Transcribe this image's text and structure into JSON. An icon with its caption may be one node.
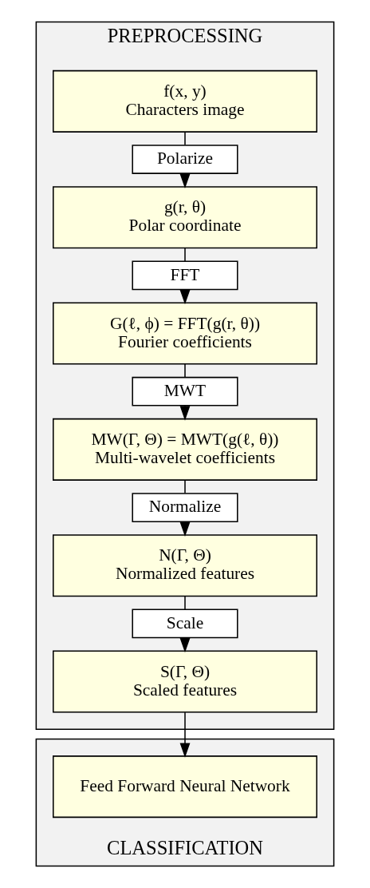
{
  "diagram": {
    "nodes": [
      {
        "text": [
          "PREPROCESSING"
        ]
      },
      {
        "text": [
          "f(x, y)",
          "Characters image"
        ],
        "in": 0
      },
      {
        "text": [
          "Polarize"
        ],
        "in": 0
      },
      {
        "text": [
          "g(r, θ)",
          "Polar coordinate"
        ],
        "in": 0
      },
      {
        "text": [
          "FFT"
        ],
        "in": 0
      },
      {
        "text": [
          "G(ℓ, ϕ) = FFT(g(r, θ))",
          "Fourier coefficients"
        ],
        "in": 0
      },
      {
        "text": [
          "MWT"
        ],
        "in": 0
      },
      {
        "text": [
          "MW(Γ, Θ) = MWT(g(ℓ, θ))",
          "Multi-wavelet coefficients"
        ],
        "in": 0
      },
      {
        "text": [
          "Normalize"
        ],
        "in": 0
      },
      {
        "text": [
          "N(Γ, Θ)",
          "Normalized features"
        ],
        "in": 0
      },
      {
        "text": [
          "Scale"
        ],
        "in": 0
      },
      {
        "text": [
          "S(Γ, Θ)",
          "Scaled features"
        ],
        "in": 0
      },
      {
        "text": [
          "CLASSIFICATION"
        ]
      },
      {
        "text": [
          "Feed Forward Neural Network"
        ],
        "in": 12
      }
    ],
    "edges": [
      {
        "from": 1,
        "to": 2,
        "arrow": "none"
      },
      {
        "from": 2,
        "to": 3,
        "arrow": "to"
      },
      {
        "from": 3,
        "to": 4,
        "arrow": "none"
      },
      {
        "from": 4,
        "to": 5,
        "arrow": "to"
      },
      {
        "from": 5,
        "to": 6,
        "arrow": "none"
      },
      {
        "from": 6,
        "to": 7,
        "arrow": "to"
      },
      {
        "from": 7,
        "to": 8,
        "arrow": "none"
      },
      {
        "from": 8,
        "to": 9,
        "arrow": "to"
      },
      {
        "from": 9,
        "to": 10,
        "arrow": "none"
      },
      {
        "from": 10,
        "to": 11,
        "arrow": "to"
      },
      {
        "from": 11,
        "to": 13,
        "arrow": "to"
      }
    ]
  }
}
